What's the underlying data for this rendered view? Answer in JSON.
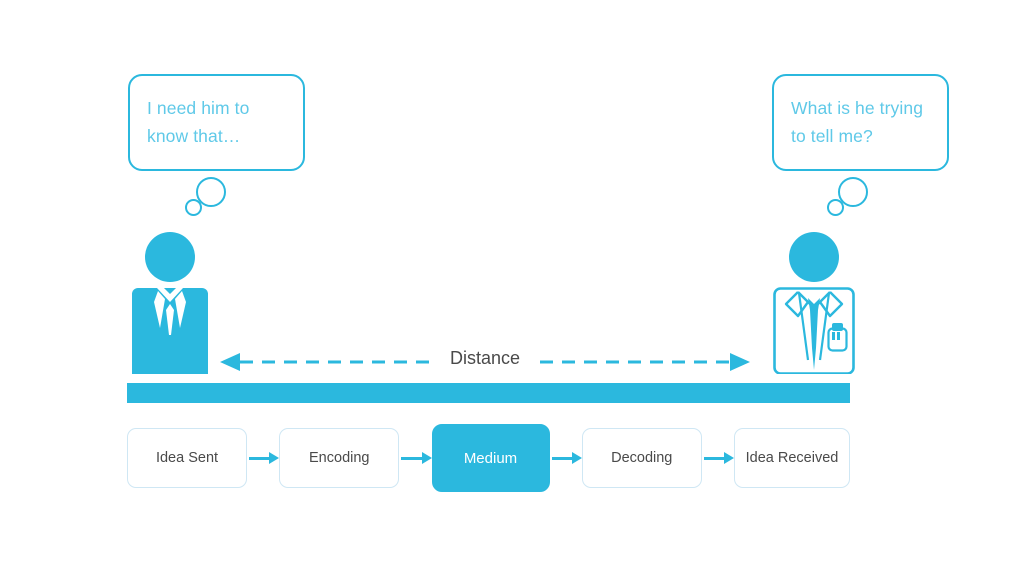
{
  "diagram": {
    "title": "Communication Process Diagram",
    "colors": {
      "accent": "#2BB8DE",
      "bubble_text": "#5FC9E8",
      "box_border": "#CFE7F4",
      "box_text": "#4A4A4A",
      "highlight_text": "#FFFFFF",
      "background": "#FFFFFF"
    }
  },
  "sender": {
    "thought": "I need him to\nknow that…",
    "figure_label": "sender-person-icon"
  },
  "receiver": {
    "thought": "What is he trying\nto tell me?",
    "figure_label": "receiver-person-icon"
  },
  "distance": {
    "label": "Distance",
    "left_arrow": "left-dashed-arrow",
    "right_arrow": "right-dashed-arrow"
  },
  "medium_bar": {
    "label": "medium-channel-bar"
  },
  "process": {
    "steps": [
      {
        "label": "Idea Sent",
        "highlight": false
      },
      {
        "label": "Encoding",
        "highlight": false
      },
      {
        "label": "Medium",
        "highlight": true
      },
      {
        "label": "Decoding",
        "highlight": false
      },
      {
        "label": "Idea Received",
        "highlight": false
      }
    ],
    "arrows": [
      "flow-arrow-1",
      "flow-arrow-2",
      "flow-arrow-3",
      "flow-arrow-4"
    ]
  }
}
